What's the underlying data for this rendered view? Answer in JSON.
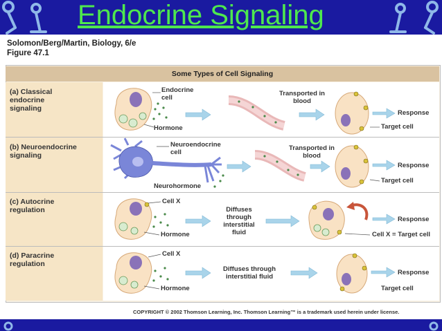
{
  "slide": {
    "title": "Endocrine Signaling",
    "source_line1": "Solomon/Berg/Martin, Biology, 6/e",
    "source_line2": "Figure 47.1",
    "copyright": "COPYRIGHT © 2002 Thomson Learning, Inc. Thomson Learning™ is a trademark used herein under license."
  },
  "figure": {
    "header": "Some Types of Cell Signaling",
    "rows": [
      {
        "label": "(a)  Classical\n      endocrine\n      signaling",
        "cell_label": "Endocrine\ncell",
        "molecule_label": "Hormone",
        "transport_label": "Transported in\nblood",
        "response_label": "Response",
        "target_label": "Target cell"
      },
      {
        "label": "(b)  Neuroendocrine\n      signaling",
        "cell_label": "Neuroendocrine\ncell",
        "molecule_label": "Neurohormone",
        "transport_label": "Transported in\nblood",
        "response_label": "Response",
        "target_label": "Target cell"
      },
      {
        "label": "(c)  Autocrine\n      regulation",
        "cell_label": "Cell X",
        "molecule_label": "Hormone",
        "transport_label": "Diffuses\nthrough\ninterstitial\nfluid",
        "response_label": "Response",
        "target_label": "Cell X = Target cell"
      },
      {
        "label": "(d)  Paracrine\n      regulation",
        "cell_label": "Cell X",
        "molecule_label": "Hormone",
        "transport_label": "Diffuses through\ninterstitial fluid",
        "response_label": "Response",
        "target_label": "Target cell"
      }
    ]
  },
  "colors": {
    "bar": "#1a1aa0",
    "title": "#4ee84e",
    "cell_fill": "#f9e2c4",
    "nucleus": "#8a72b8",
    "arrow": "#a9d4ea",
    "neuron": "#7a86d8",
    "feedback_arrow": "#c8553a"
  }
}
